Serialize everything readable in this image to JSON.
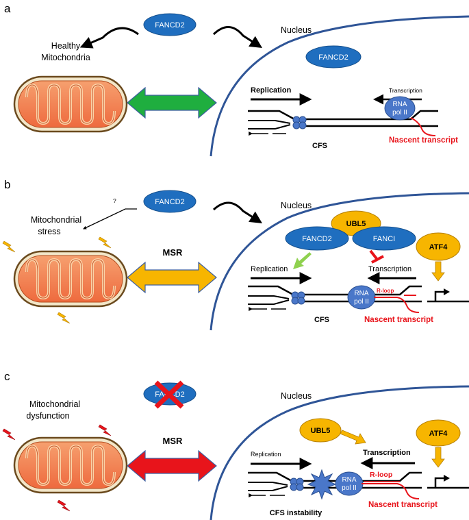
{
  "panels": {
    "a": {
      "letter": "a",
      "fancd2_top": "FANCD2",
      "mito_label_1": "Healthy",
      "mito_label_2": "Mitochondria",
      "nucleus": "Nucleus",
      "fancd2_nucleus": "FANCD2",
      "replication": "Replication",
      "transcription": "Transcription",
      "rna_1": "RNA",
      "rna_2": "pol II",
      "cfs": "CFS",
      "nascent": "Nascent transcript"
    },
    "b": {
      "letter": "b",
      "fancd2_top": "FANCD2",
      "question": "?",
      "mito_label_1": "Mitochondrial",
      "mito_label_2": "stress",
      "msr": "MSR",
      "nucleus": "Nucleus",
      "ubl5": "UBL5",
      "fancd2": "FANCD2",
      "fanci": "FANCI",
      "atf4": "ATF4",
      "replication": "Replication",
      "transcription": "Transcription",
      "rloop": "R-loop",
      "rna_1": "RNA",
      "rna_2": "pol II",
      "cfs": "CFS",
      "nascent": "Nascent transcript"
    },
    "c": {
      "letter": "c",
      "fancd2_top": "FANCD2",
      "mito_label_1": "Mitochondrial",
      "mito_label_2": "dysfunction",
      "msr": "MSR",
      "nucleus": "Nucleus",
      "ubl5": "UBL5",
      "atf4": "ATF4",
      "replication": "Replication",
      "transcription": "Transcription",
      "rloop": "R-loop",
      "rna_1": "RNA",
      "rna_2": "pol II",
      "cfs": "CFS instability",
      "nascent": "Nascent transcript"
    }
  },
  "colors": {
    "blue_ellipse": "#1f6ebf",
    "nucleus_line": "#2f5597",
    "green_arrow": "#1fae3f",
    "yellow": "#f7b500",
    "red": "#e8141b",
    "light_green": "#8fd14f",
    "mito_fill": "#f07a50",
    "mito_outline": "#6b4a1e"
  }
}
